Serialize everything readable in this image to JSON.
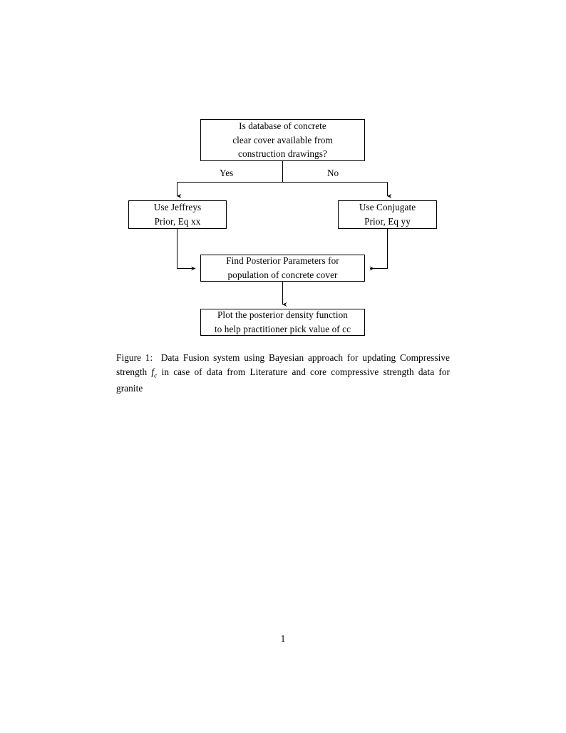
{
  "document": {
    "page_number": "1",
    "background_color": "#ffffff",
    "text_color": "#000000",
    "line_color": "#000000"
  },
  "figure": {
    "type": "flowchart",
    "nodes": [
      {
        "id": "question",
        "shape": "rectangle",
        "lines": [
          "Is database of concrete",
          "clear cover available from",
          "construction drawings?"
        ]
      },
      {
        "id": "jeffreys",
        "shape": "rectangle",
        "lines": [
          "Use Jeffreys",
          "Prior, Eq xx"
        ]
      },
      {
        "id": "conjugate",
        "shape": "rectangle",
        "lines": [
          "Use Conjugate",
          "Prior, Eq yy"
        ]
      },
      {
        "id": "posterior",
        "shape": "rectangle",
        "lines": [
          "Find Posterior Parameters for",
          "population of concrete cover"
        ]
      },
      {
        "id": "plot",
        "shape": "rectangle",
        "lines": [
          "Plot the posterior density function",
          "to help practitioner pick value of cc"
        ]
      }
    ],
    "edges": [
      {
        "id": "yes-branch",
        "from": "question",
        "to": "jeffreys",
        "label": "Yes"
      },
      {
        "id": "no-branch",
        "from": "question",
        "to": "conjugate",
        "label": "No"
      },
      {
        "id": "jeffreys-to-posterior",
        "from": "jeffreys",
        "to": "posterior",
        "label": ""
      },
      {
        "id": "conjugate-to-posterior",
        "from": "conjugate",
        "to": "posterior",
        "label": ""
      },
      {
        "id": "posterior-to-plot",
        "from": "posterior",
        "to": "plot",
        "label": ""
      }
    ]
  },
  "caption": {
    "label": "Figure 1:",
    "text_part_1": "Data Fusion system using Bayesian approach for updating Compressive strength",
    "math_variable": "f",
    "math_subscript": "c",
    "text_part_2": "in case of data from Literature and core compressive strength data for granite"
  }
}
